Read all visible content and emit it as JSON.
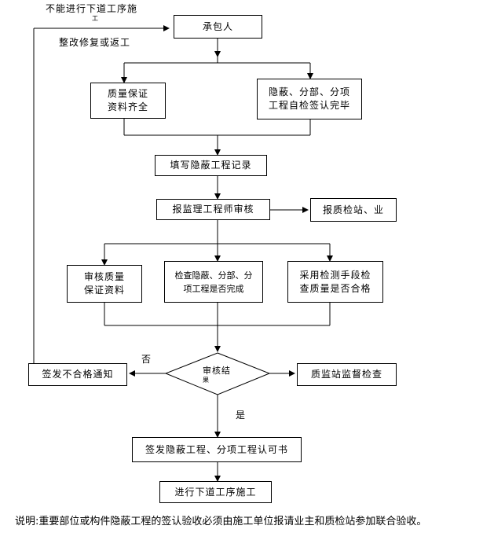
{
  "nodes": {
    "contractor": "承包人",
    "quality_docs": "质量保证\n资料齐全",
    "self_check": "隐蔽、分部、分项\n工程自检签认完毕",
    "fill_record": "填写隐蔽工程记录",
    "submit_review": "报监理工程师审核",
    "report_station": "报质检站、业",
    "review_docs": "审核质量\n保证资料",
    "check_complete": "检查隐蔽、分部、分\n项工程是否完成",
    "test_quality": "采用检测手段检\n查质量是否合格",
    "decision": "审核结",
    "decision_sub": "果",
    "station_check": "质监站监督检查",
    "issue_fail": "签发不合格通知",
    "issue_cert": "签发隐蔽工程、分项工程认可书",
    "proceed": "进行下道工序施工"
  },
  "labels": {
    "no_proceed": "不能进行下道工序施",
    "no_proceed_sub": "工",
    "rectify": "整改修复或返工",
    "no": "否",
    "yes": "是"
  },
  "note": "说明:重要部位或构件隐蔽工程的签认验收必须由施工单位报请业主和质检站参加联合验收。"
}
